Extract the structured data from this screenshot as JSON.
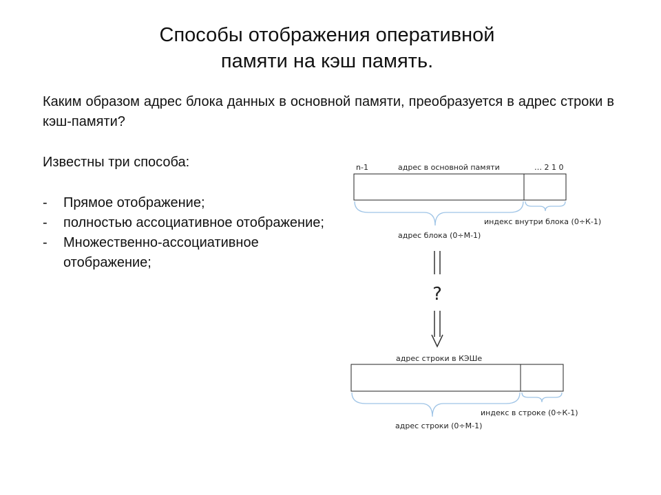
{
  "slide": {
    "title_line1": "Способы отображения оперативной",
    "title_line2": "памяти на кэш память.",
    "question": "Каким образом адрес блока данных в основной памяти, преобразуется в адрес строки в кэш-памяти?",
    "intro": "Известны три способа:",
    "methods": [
      {
        "dash": "-",
        "text": "Прямое отображение;"
      },
      {
        "dash": "-",
        "text": "полностью ассоциативное отображение;"
      },
      {
        "dash": "-",
        "text": "Множественно-ассоциативное отображение;"
      }
    ]
  },
  "diagram": {
    "main_memory": {
      "msb_label": "n-1",
      "field_label": "адрес в основной памяти",
      "low_bits_label": "…  2 1 0",
      "offset_label": "индекс внутри блока (0÷К-1)",
      "block_label": "адрес блока (0÷М-1)"
    },
    "mapping_symbol": "?",
    "cache": {
      "field_label": "адрес строки в КЭШе",
      "offset_label": "индекс в строке (0÷К-1)",
      "line_label": "адрес строки (0÷М-1)"
    },
    "colors": {
      "brace": "#9dc3e6",
      "arrow": "#333333",
      "box_border": "#222222"
    }
  }
}
